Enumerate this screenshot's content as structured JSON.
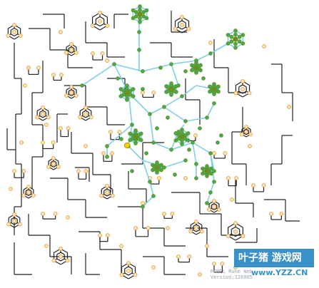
{
  "game": {
    "title": "ROMEL Rune Web",
    "version_line_1": "ROMEL Rune Web",
    "version_line_2": "Version:126005"
  },
  "colors": {
    "background": "#ffffff",
    "path_inactive": "#222222",
    "path_active": "#7fd0e4",
    "node_inactive_fill": "#ffe8bf",
    "node_inactive_stroke": "#e39a2c",
    "node_active": "#3fae54",
    "node_active_dark": "#6b8f1f",
    "node_selected": "#f2d400",
    "watermark_bg": "#3a91c8"
  },
  "watermark": {
    "brand_text": "叶子猪 游戏网",
    "url_text": "www.YZZ.CN"
  },
  "legend": {
    "active_label": "",
    "inactive_label": ""
  }
}
